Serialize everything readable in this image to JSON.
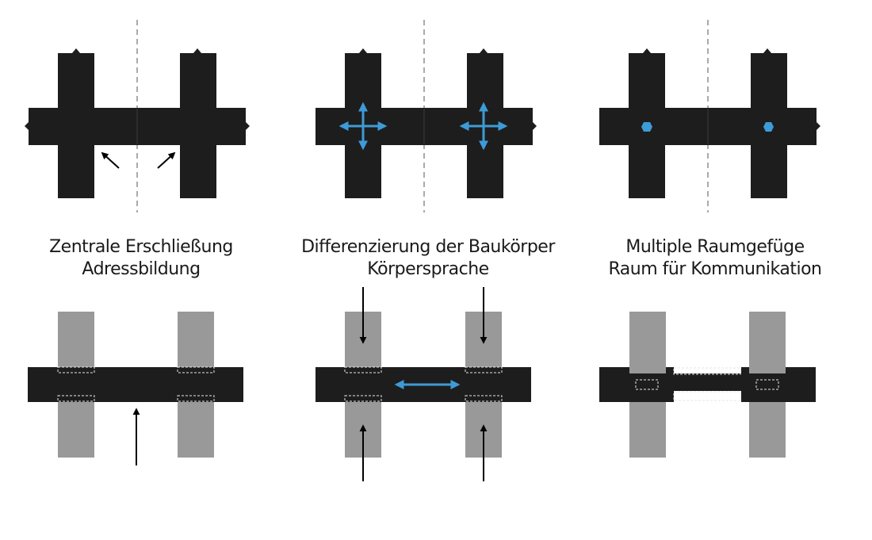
{
  "captions": [
    {
      "line1": "Zentrale Erschließung",
      "line2": "Adressbildung"
    },
    {
      "line1": "Differenzierung der Baukörper",
      "line2": "Körpersprache"
    },
    {
      "line1": "Multiple Raumgefüge",
      "line2": "Raum für Kommunikation"
    }
  ],
  "colors": {
    "building": "#1d1d1d",
    "volume": "#999999",
    "accent": "#3d9bd6",
    "arrow": "#000000",
    "dashed": "#e6e6e6"
  }
}
